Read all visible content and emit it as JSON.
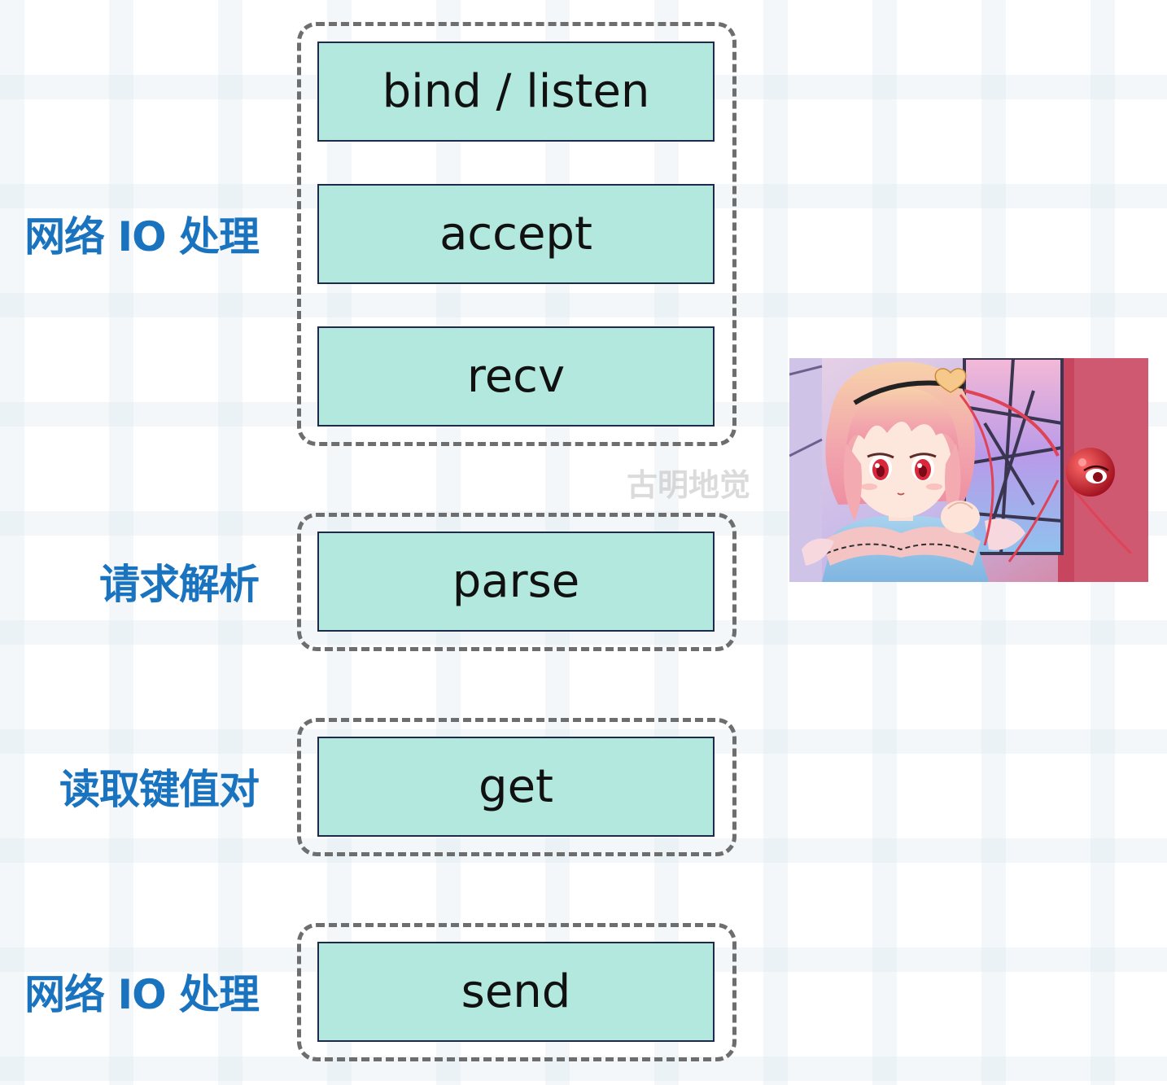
{
  "stages": [
    {
      "label": "网络 IO 处理",
      "steps": [
        "bind / listen",
        "accept",
        "recv"
      ]
    },
    {
      "label": "请求解析",
      "steps": [
        "parse"
      ]
    },
    {
      "label": "读取键值对",
      "steps": [
        "get"
      ]
    },
    {
      "label": "网络 IO 处理",
      "steps": [
        "send"
      ]
    }
  ],
  "watermark": "古明地觉",
  "illustration": {
    "subject": "anime-girl-illustration"
  }
}
